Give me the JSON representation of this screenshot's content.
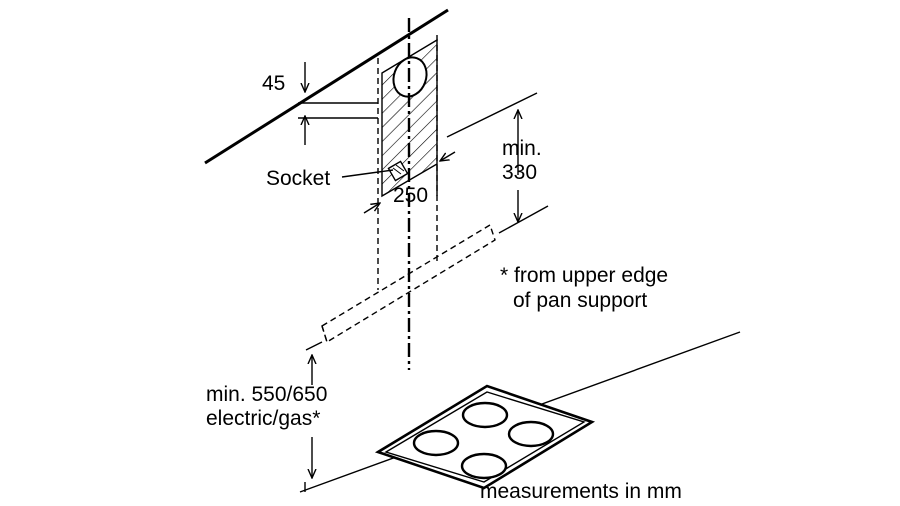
{
  "labels": {
    "top_gap": "45",
    "socket": "Socket",
    "width": "250",
    "min_side_1": "min.",
    "min_side_2": "330",
    "note_1": "* from upper edge",
    "note_2": "of pan support",
    "height_1": "min. 550/650",
    "height_2": "electric/gas*",
    "units": "measurements in mm"
  },
  "colors": {
    "line": "#000000",
    "background": "#ffffff"
  },
  "icons": {
    "socket": "socket-icon",
    "duct_opening": "duct-opening-icon"
  }
}
